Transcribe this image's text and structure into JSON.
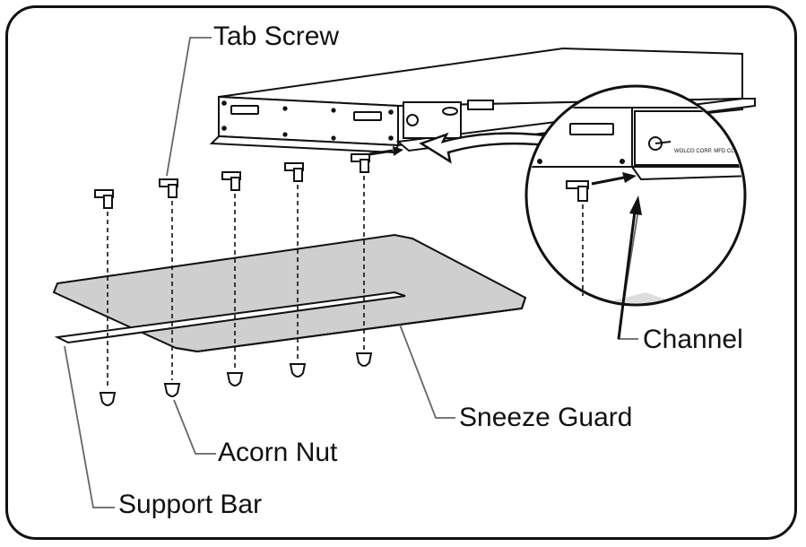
{
  "labels": {
    "tab_screw": "Tab Screw",
    "channel": "Channel",
    "sneeze_guard": "Sneeze Guard",
    "acorn_nut": "Acorn Nut",
    "support_bar": "Support Bar"
  },
  "panel_text": {
    "model_text": "WOLCO CORP. MFD CO. U.S.A."
  },
  "colors": {
    "line": "#111111",
    "guard_fill": "#cfcfcf",
    "leader": "#666666"
  }
}
